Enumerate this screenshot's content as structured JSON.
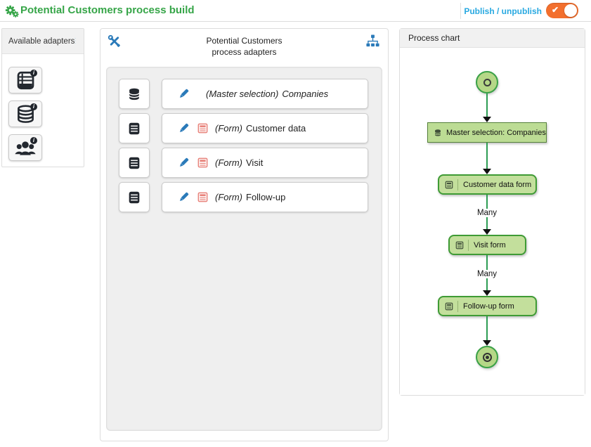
{
  "header": {
    "title": "Potential Customers process build",
    "publish_label": "Publish / unpublish",
    "publish_toggle_state": "on"
  },
  "left_panel": {
    "title": "Available adapters",
    "adapters": [
      {
        "icon": "table-adapter-icon"
      },
      {
        "icon": "database-adapter-icon"
      },
      {
        "icon": "users-adapter-icon"
      }
    ]
  },
  "middle_panel": {
    "title_line1": "Potential Customers",
    "title_line2": "process adapters",
    "rows": [
      {
        "prefix": "(Master selection)",
        "name": "Companies"
      },
      {
        "prefix": "(Form)",
        "name": "Customer data"
      },
      {
        "prefix": "(Form)",
        "name": "Visit"
      },
      {
        "prefix": "(Form)",
        "name": "Follow-up"
      }
    ]
  },
  "right_panel": {
    "title": "Process chart",
    "flow": {
      "nodes": [
        {
          "label": "Master selection: Companies",
          "type": "master-selection"
        },
        {
          "label": "Customer data form",
          "type": "form"
        },
        {
          "label": "Visit form",
          "type": "form"
        },
        {
          "label": "Follow-up form",
          "type": "form"
        }
      ],
      "edge_labels": [
        "Many",
        "Many"
      ]
    }
  },
  "colors": {
    "accent_green": "#36a548",
    "link_blue": "#29a9e1",
    "icon_blue": "#2a7ab9",
    "toggle_orange": "#f36f2d",
    "node_fill": "#c3df9c",
    "node_border": "#3f9b35",
    "edge_green": "#2d9c53",
    "form_icon_red": "#e8837b"
  }
}
